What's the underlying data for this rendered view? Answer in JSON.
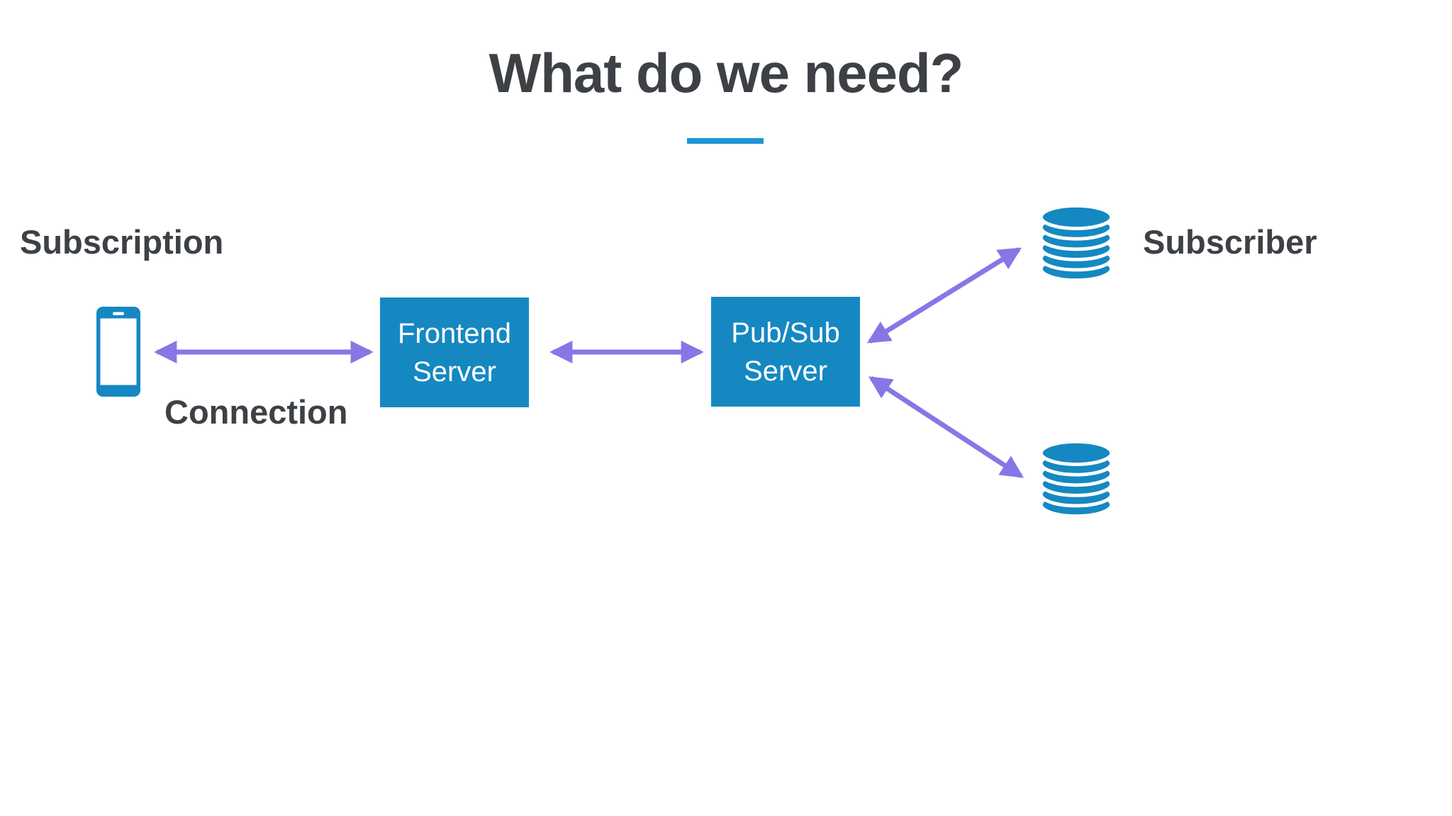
{
  "slide": {
    "title": "What do we need?",
    "labels": {
      "subscription": "Subscription",
      "connection": "Connection",
      "subscriber": "Subscriber"
    },
    "nodes": {
      "frontend_server": {
        "label": "Frontend Server"
      },
      "pubsub_server": {
        "label": "Pub/Sub Server"
      }
    },
    "icons": {
      "client": "smartphone-icon",
      "subscriber_top": "database-icon",
      "subscriber_bottom": "database-icon"
    },
    "edges": [
      {
        "from": "smartphone",
        "to": "frontend-server",
        "type": "double-headed-arrow",
        "label": "Connection"
      },
      {
        "from": "frontend-server",
        "to": "pubsub-server",
        "type": "double-headed-arrow",
        "label": ""
      },
      {
        "from": "pubsub-server",
        "to": "subscriber-database-top",
        "type": "double-headed-arrow",
        "label": ""
      },
      {
        "from": "pubsub-server",
        "to": "subscriber-database-bottom",
        "type": "double-headed-arrow",
        "label": ""
      }
    ],
    "colors": {
      "node_fill": "#1588c2",
      "icon_blue": "#1588c2",
      "title_underline": "#1e96d2",
      "arrow_purple": "#8577e6",
      "heading_text": "#3d4145",
      "node_text": "#ffffff",
      "background": "#ffffff"
    }
  }
}
